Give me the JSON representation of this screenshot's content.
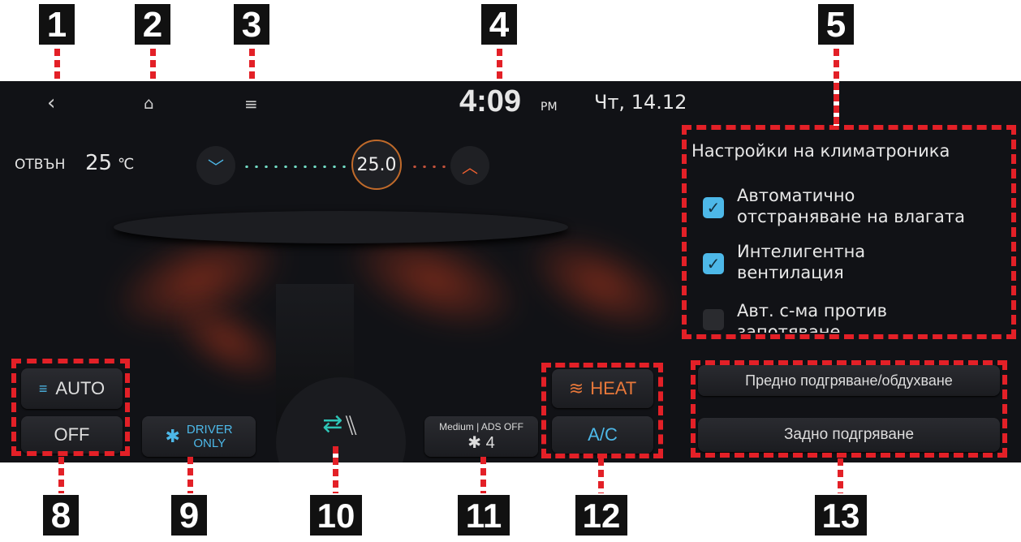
{
  "callouts": {
    "c1": "1",
    "c2": "2",
    "c3": "3",
    "c4": "4",
    "c5": "5",
    "c8": "8",
    "c9": "9",
    "c10": "10",
    "c11": "11",
    "c12": "12",
    "c13": "13"
  },
  "header": {
    "time": "4:09",
    "ampm": "PM",
    "date": "Чт, 14.12"
  },
  "outside": {
    "label": "ОТВЪН",
    "temp": "25",
    "unit": "℃"
  },
  "temperature": {
    "value": "25.0"
  },
  "settings": {
    "title": "Настройки на климатроника",
    "items": [
      {
        "line1": "Автоматично",
        "line2": "отстраняване на влагата",
        "checked": true
      },
      {
        "line1": "Интелигентна",
        "line2": "вентилация",
        "checked": true
      },
      {
        "line1": "Авт. с-ма против",
        "line2": "запотяване",
        "checked": false
      }
    ]
  },
  "controls": {
    "auto": "AUTO",
    "off": "OFF",
    "driver_only_1": "DRIVER",
    "driver_only_2": "ONLY",
    "fan_mode": "Medium",
    "ads": "ADS OFF",
    "fan_speed": "4",
    "heat": "HEAT",
    "ac": "A/C",
    "front_defrost": "Предно подгряване/обдухване",
    "rear_defrost": "Задно подгряване"
  },
  "colors": {
    "accent_blue": "#4db8e8",
    "accent_orange": "#e8783a",
    "callout_red": "#e32027"
  }
}
